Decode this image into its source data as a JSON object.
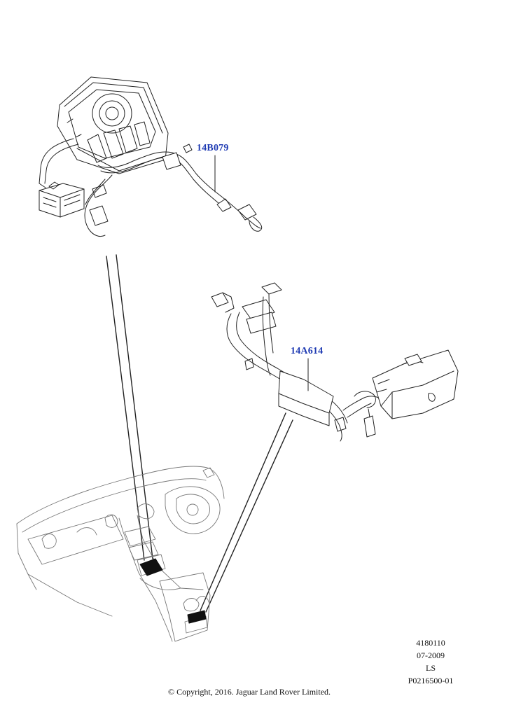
{
  "callouts": {
    "harness_upper": "14B079",
    "harness_lower": "14A614"
  },
  "reference": {
    "line1": "4180110",
    "line2": "07-2009",
    "line3": "LS",
    "line4": "P0216500-01"
  },
  "copyright": "© Copyright, 2016. Jaguar Land Rover Limited.",
  "colors": {
    "callout": "#1f3bb3",
    "line": "#222222"
  }
}
